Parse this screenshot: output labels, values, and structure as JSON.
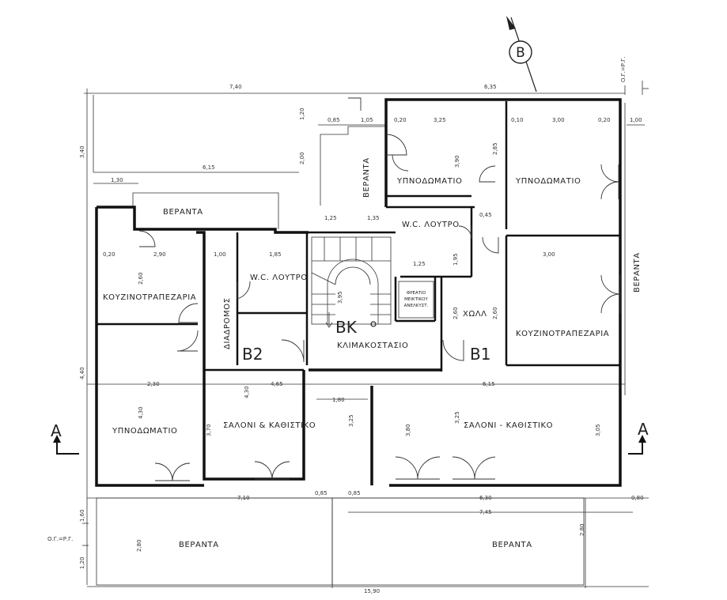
{
  "labels": {
    "north_marker": "B",
    "section_a": "A",
    "bk": "BK",
    "b1": "B1",
    "b2": "B2",
    "og_top": "Ο.Γ.=Ρ.Γ.",
    "og_bottom": "Ο.Γ.=Ρ.Γ."
  },
  "rooms": {
    "veranda_top_left": "ΒΕΡΑΝΤΑ",
    "veranda_center_vertical": "ΒΕΡΑΝΤΑ",
    "veranda_right_vertical": "ΒΕΡΑΝΤΑ",
    "veranda_bottom_left": "ΒΕΡΑΝΤΑ",
    "veranda_bottom_right": "ΒΕΡΑΝΤΑ",
    "bedroom_top_center": "ΥΠΝΟΔΩΜΑΤΙΟ",
    "bedroom_top_right": "ΥΠΝΟΔΩΜΑΤΙΟ",
    "bedroom_left": "ΥΠΝΟΔΩΜΑΤΙΟ",
    "kitchen_left": "ΚΟΥΖΙΝΟΤΡΑΠΕΖΑΡΙΑ",
    "kitchen_right": "ΚΟΥΖΙΝΟΤΡΑΠΕΖΑΡΙΑ",
    "wc_left": "W.C. ΛΟΥΤΡΟ",
    "wc_right": "W.C. ΛΟΥΤΡΟ",
    "corridor": "ΔΙΑΔΡΟΜΟΣ",
    "hall": "ΧΩΛΛ",
    "stairwell": "ΚΛΙΜΑΚΟΣΤΑΣΙΟ",
    "living_left": "ΣΑΛΟΝΙ & ΚΑΘΙΣΤΙΚΟ",
    "living_right": "ΣΑΛΟΝΙ - ΚΑΘΙΣΤΙΚΟ",
    "shaft_line1": "ΦΡΕΑΤΙΟ",
    "shaft_line2": "ΜΕΙΚΤΙΚΟΥ",
    "shaft_line3": "ΑΝΕΛΚΥΣΤ."
  },
  "dims": {
    "d7_40": "7,40",
    "d6_35": "6,35",
    "d6_15": "6,15",
    "d1_30": "1,30",
    "d3_40_left": "3,40",
    "d0_85_a": "0,85",
    "d1_05": "1,05",
    "d0_20_a": "0,20",
    "d3_25_top": "3,25",
    "d0_10_a": "0,10",
    "d3_00_top": "3,00",
    "d0_20_b": "0,20",
    "d1_00": "1,00",
    "d1_20": "1,20",
    "d2_00": "2,00",
    "d3_90": "3,90",
    "d2_85": "2,85",
    "d1_25": "1,25",
    "d1_35": "1,35",
    "d0_45": "0,45",
    "d0_20_c": "0,20",
    "d2_90": "2,90",
    "d1_00b": "1,00",
    "d1_85": "1,85",
    "d2_60_a": "2,60",
    "d1_95": "1,95",
    "d3_00_mid": "3,00",
    "d2_60_b": "2,60",
    "d2_60_c": "2,60",
    "d3_95": "3,95",
    "d2_30": "2,30",
    "d4_65": "4,65",
    "d1_80": "1,80",
    "d6_15b": "6,15",
    "d4_30_a": "4,30",
    "d4_30_b": "4,30",
    "d3_70": "3,70",
    "d3_25_mid": "3,25",
    "d3_80": "3,80",
    "d3_25_right": "3,25",
    "d3_05": "3,05",
    "d4_40": "4,40",
    "d7_10": "7,10",
    "d0_85_b": "0,85",
    "d0_85_c": "0,85",
    "d6_30": "6,30",
    "d7_45": "7,45",
    "d0_80": "0,80",
    "d1_60": "1,60",
    "d2_80": "2,80",
    "d1_20b": "1,20",
    "d2_80b": "2,80",
    "d15_90": "15,90"
  },
  "colors": {
    "ink": "#111111",
    "paper": "#ffffff"
  }
}
